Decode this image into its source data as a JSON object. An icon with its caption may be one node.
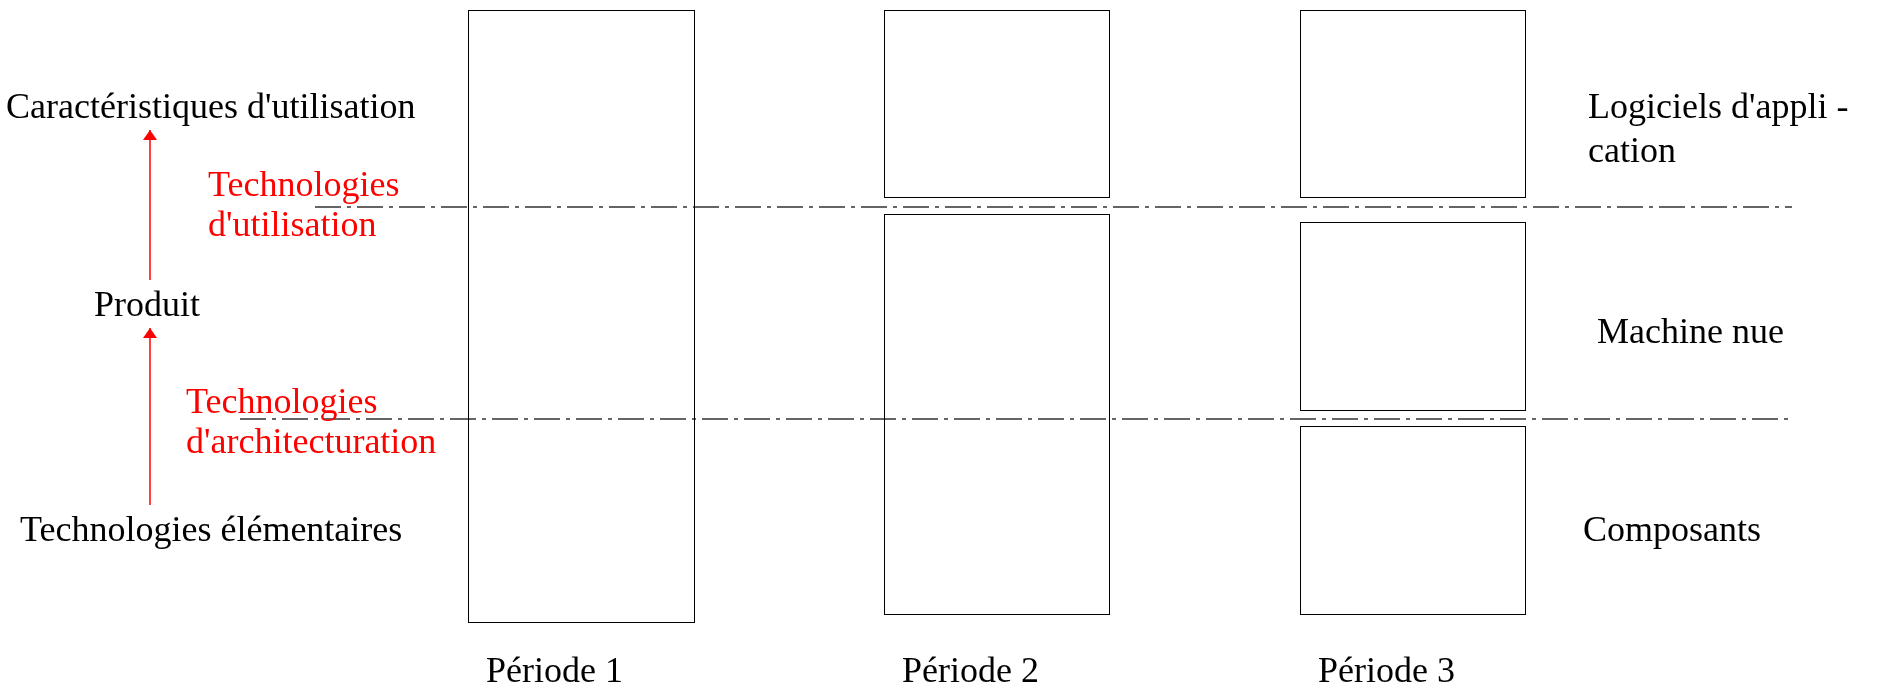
{
  "diagram": {
    "nodes": [
      {
        "text": [
          "Caractéristiques d'utilisation"
        ]
      },
      {
        "text": [
          "Produit"
        ]
      },
      {
        "text": [
          "Technologies élémentaires"
        ]
      },
      {
        "text": [],
        "shape": "box"
      },
      {
        "text": [],
        "shape": "box"
      },
      {
        "text": [],
        "shape": "box"
      },
      {
        "text": [],
        "shape": "box"
      },
      {
        "text": [],
        "shape": "box"
      },
      {
        "text": [],
        "shape": "box"
      }
    ],
    "edges": [
      {
        "from": 1,
        "to": 0,
        "arrow": "to",
        "label": "Technologies d'utilisation",
        "color": "#ff0000"
      },
      {
        "from": 2,
        "to": 1,
        "arrow": "to",
        "label": "Technologies d'architecturation",
        "color": "#ff0000"
      }
    ],
    "labels": [
      "Logiciels d'appli -cation",
      "Machine nue",
      "Composants",
      "Période 1",
      "Période 2",
      "Période 3"
    ]
  }
}
